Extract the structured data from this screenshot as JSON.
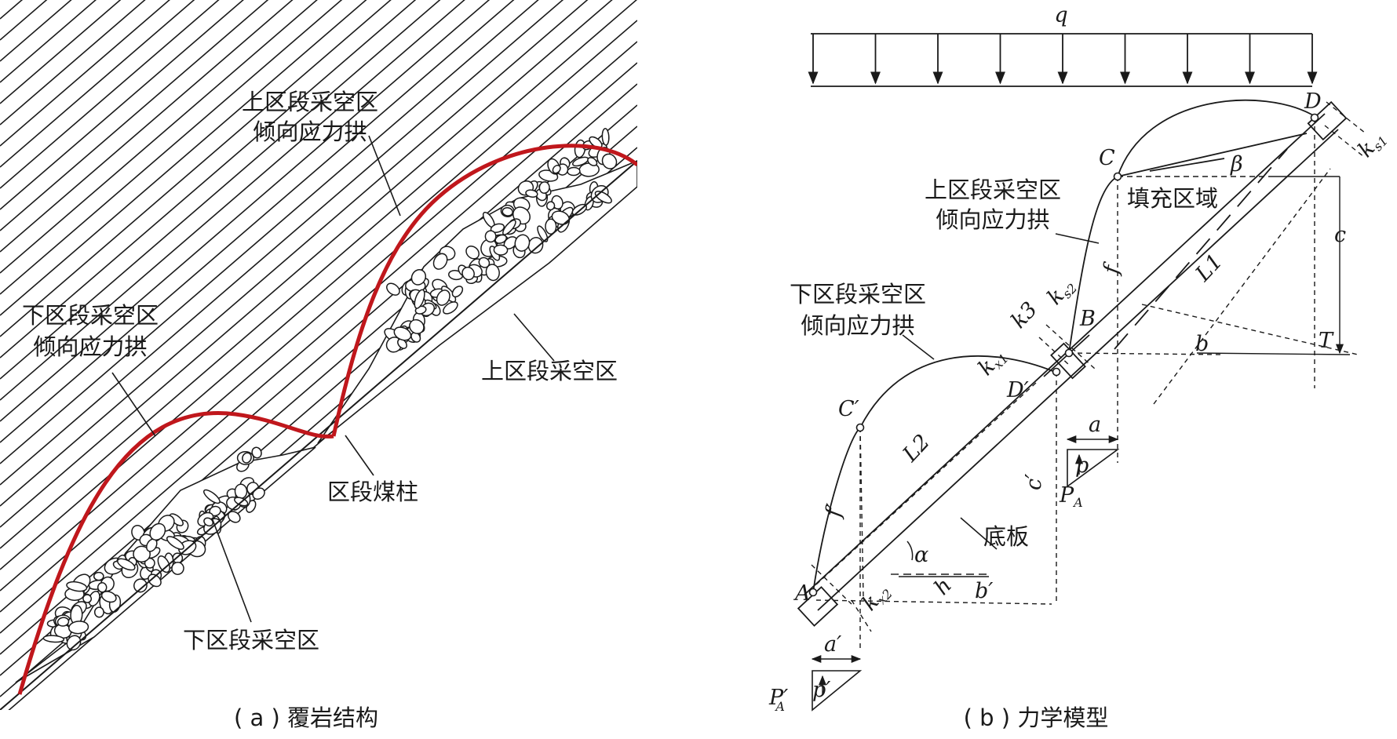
{
  "colors": {
    "ink": "#1a1a1a",
    "arch": "#c0171c",
    "background": "#ffffff"
  },
  "panel_a": {
    "caption": "( a ) 覆岩结构",
    "label_upper_arch": [
      "上区段采空区",
      "倾向应力拱"
    ],
    "label_lower_arch": [
      "下区段采空区",
      "倾向应力拱"
    ],
    "label_pillar": "区段煤柱",
    "label_upper_goaf": "上区段采空区",
    "label_lower_goaf": "下区段采空区"
  },
  "panel_b": {
    "caption": "( b ) 力学模型",
    "load_label": "q",
    "label_upper_arch": [
      "上区段采空区",
      "倾向应力拱"
    ],
    "label_lower_arch": [
      "下区段采空区",
      "倾向应力拱"
    ],
    "label_fill_zone": "填充区域",
    "label_floor": "底板",
    "points": {
      "A": "A",
      "B": "B",
      "C": "C",
      "D": "D",
      "C_prime": "C′",
      "D_prime": "D′",
      "T": "T"
    },
    "dims": {
      "ks1": {
        "main": "k",
        "sub": "s1"
      },
      "ks2_top": {
        "main": "k",
        "sub": "s2"
      },
      "kx1": {
        "main": "k",
        "sub": "x1"
      },
      "kx2": {
        "main": "k",
        "sub": "x2"
      },
      "k3": "k3",
      "L1": "L1",
      "L2": "L2",
      "f": "f",
      "f_prime": "f′",
      "b": "b",
      "b_prime": "b′",
      "c": "c",
      "c_prime": "c′",
      "a": "a",
      "a_prime": "a′",
      "p": "p",
      "p_prime": "p′",
      "PA": {
        "main": "P",
        "sub": "A"
      },
      "PA_prime": {
        "main": "P′",
        "sub": "A"
      },
      "alpha": "α",
      "beta": "β",
      "h": "h"
    }
  }
}
